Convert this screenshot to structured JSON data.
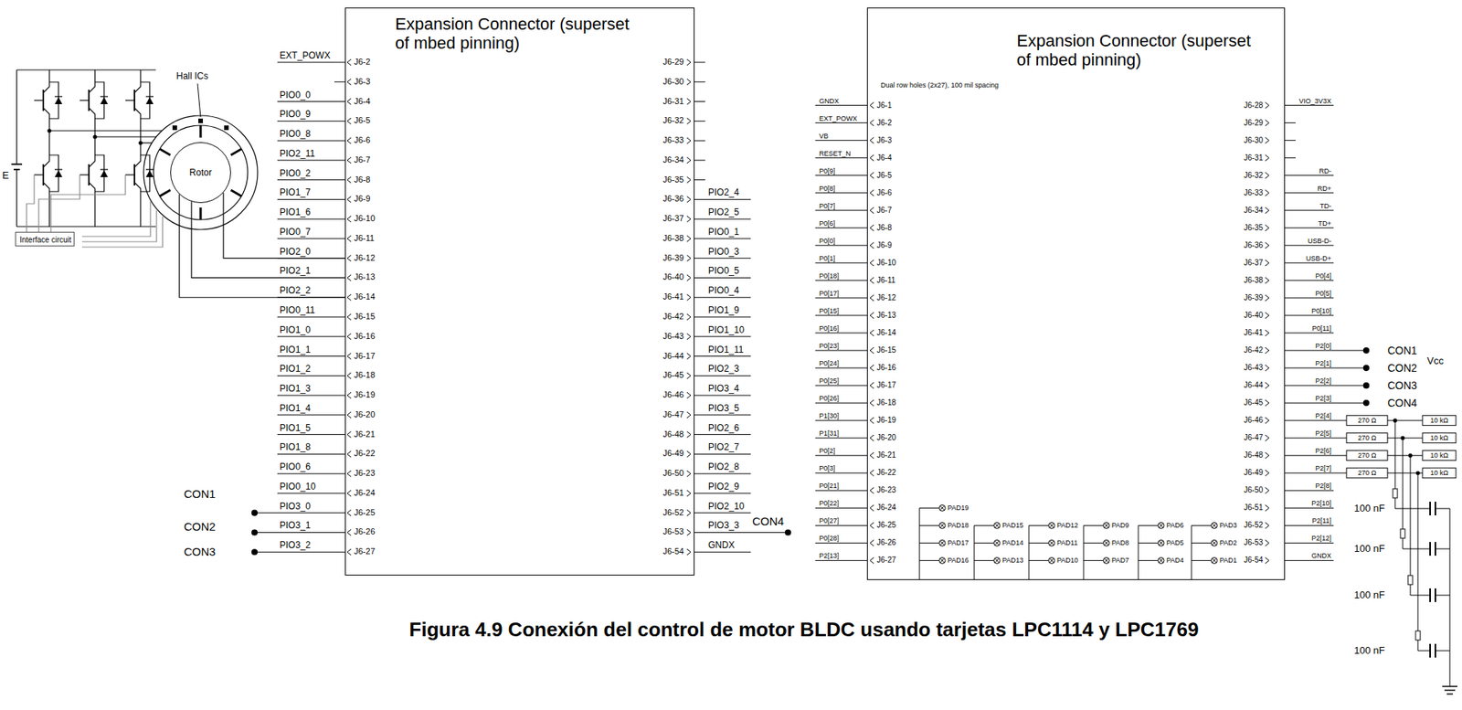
{
  "diagram": {
    "caption": "Figura 4.9 Conexión del control de motor BLDC usando tarjetas LPC1114 y LPC1769",
    "nodes": [
      {
        "text": [
          "Rotor"
        ]
      },
      {
        "text": [
          "Interface circuit"
        ]
      },
      {
        "text": [
          "Expansion Connector (superset of mbed pinning)"
        ]
      },
      {
        "text": [
          "Expansion Connector (superset of mbed pinning)",
          "Dual row holes (2x27), 100 mil spacing"
        ]
      }
    ],
    "edges": [
      {
        "from": 0,
        "to": 2,
        "arrow": "none"
      },
      {
        "from": 0,
        "to": 2,
        "arrow": "none"
      },
      {
        "from": 0,
        "to": 2,
        "arrow": "none"
      }
    ],
    "labels": [
      "E",
      "Hall ICs",
      "J6-2",
      "J6-3",
      "J6-4",
      "J6-5",
      "J6-6",
      "J6-7",
      "J6-8",
      "J6-9",
      "J6-10",
      "J6-11",
      "J6-12",
      "J6-13",
      "J6-14",
      "J6-15",
      "J6-16",
      "J6-17",
      "J6-18",
      "J6-19",
      "J6-20",
      "J6-21",
      "J6-22",
      "J6-23",
      "J6-24",
      "J6-25",
      "J6-26",
      "J6-27",
      "J6-29",
      "J6-30",
      "J6-31",
      "J6-32",
      "J6-33",
      "J6-34",
      "J6-35",
      "J6-36",
      "J6-37",
      "J6-38",
      "J6-39",
      "J6-40",
      "J6-41",
      "J6-42",
      "J6-43",
      "J6-44",
      "J6-45",
      "J6-46",
      "J6-47",
      "J6-48",
      "J6-49",
      "J6-50",
      "J6-51",
      "J6-52",
      "J6-53",
      "J6-54",
      "EXT_POWX",
      "PIO0_0",
      "PIO0_9",
      "PIO0_8",
      "PIO2_11",
      "PIO0_2",
      "PIO1_7",
      "PIO1_6",
      "PIO0_7",
      "PIO2_0",
      "PIO2_1",
      "PIO2_2",
      "PIO0_11",
      "PIO1_0",
      "PIO1_1",
      "PIO1_2",
      "PIO1_3",
      "PIO1_4",
      "PIO1_5",
      "PIO1_8",
      "PIO0_6",
      "PIO0_10",
      "PIO3_0",
      "PIO3_1",
      "PIO3_2",
      "PIO2_4",
      "PIO2_5",
      "PIO0_1",
      "PIO0_3",
      "PIO0_5",
      "PIO0_4",
      "PIO1_9",
      "PIO1_10",
      "PIO1_11",
      "PIO2_3",
      "PIO3_4",
      "PIO3_5",
      "PIO2_6",
      "PIO2_7",
      "PIO2_8",
      "PIO2_9",
      "PIO2_10",
      "PIO3_3",
      "GNDX",
      "CON1",
      "CON2",
      "CON3",
      "CON4",
      "J6-1",
      "J6-2",
      "J6-3",
      "J6-4",
      "J6-5",
      "J6-6",
      "J6-7",
      "J6-8",
      "J6-9",
      "J6-10",
      "J6-11",
      "J6-12",
      "J6-13",
      "J6-14",
      "J6-15",
      "J6-16",
      "J6-17",
      "J6-18",
      "J6-19",
      "J6-20",
      "J6-21",
      "J6-22",
      "J6-23",
      "J6-24",
      "J6-25",
      "J6-26",
      "J6-27",
      "J6-28",
      "J6-29",
      "J6-30",
      "J6-31",
      "J6-32",
      "J6-33",
      "J6-34",
      "J6-35",
      "J6-36",
      "J6-37",
      "J6-38",
      "J6-39",
      "J6-40",
      "J6-41",
      "J6-42",
      "J6-43",
      "J6-44",
      "J6-45",
      "J6-46",
      "J6-47",
      "J6-48",
      "J6-49",
      "J6-50",
      "J6-51",
      "J6-52",
      "J6-53",
      "J6-54",
      "GNDX",
      "EXT_POWX",
      "VB",
      "RESET_N",
      "P0[9]",
      "P0[8]",
      "P0[7]",
      "P0[6]",
      "P0[0]",
      "P0[1]",
      "P0[18]",
      "P0[17]",
      "P0[15]",
      "P0[16]",
      "P0[23]",
      "P0[24]",
      "P0[25]",
      "P0[26]",
      "P1[30]",
      "P1[31]",
      "P0[2]",
      "P0[3]",
      "P0[21]",
      "P0[22]",
      "P0[27]",
      "P0[28]",
      "P2[13]",
      "VIO_3V3X",
      "RD-",
      "RD+",
      "TD-",
      "TD+",
      "USB-D-",
      "USB-D+",
      "P0[4]",
      "P0[5]",
      "P0[10]",
      "P0[11]",
      "P2[0]",
      "P2[1]",
      "P2[2]",
      "P2[3]",
      "P2[4]",
      "P2[5]",
      "P2[6]",
      "P2[7]",
      "P2[8]",
      "P2[10]",
      "P2[11]",
      "P2[12]",
      "GNDX",
      "PAD19",
      "PAD18",
      "PAD15",
      "PAD12",
      "PAD9",
      "PAD6",
      "PAD3",
      "PAD17",
      "PAD14",
      "PAD11",
      "PAD8",
      "PAD5",
      "PAD2",
      "PAD16",
      "PAD13",
      "PAD10",
      "PAD7",
      "PAD4",
      "PAD1",
      "CON1",
      "CON2",
      "CON3",
      "CON4",
      "Vcc",
      "270 Ω",
      "10 kΩ",
      "270 Ω",
      "10 kΩ",
      "270 Ω",
      "10 kΩ",
      "270 Ω",
      "10 kΩ",
      "100 nF",
      "100 nF",
      "100 nF",
      "100 nF"
    ]
  }
}
